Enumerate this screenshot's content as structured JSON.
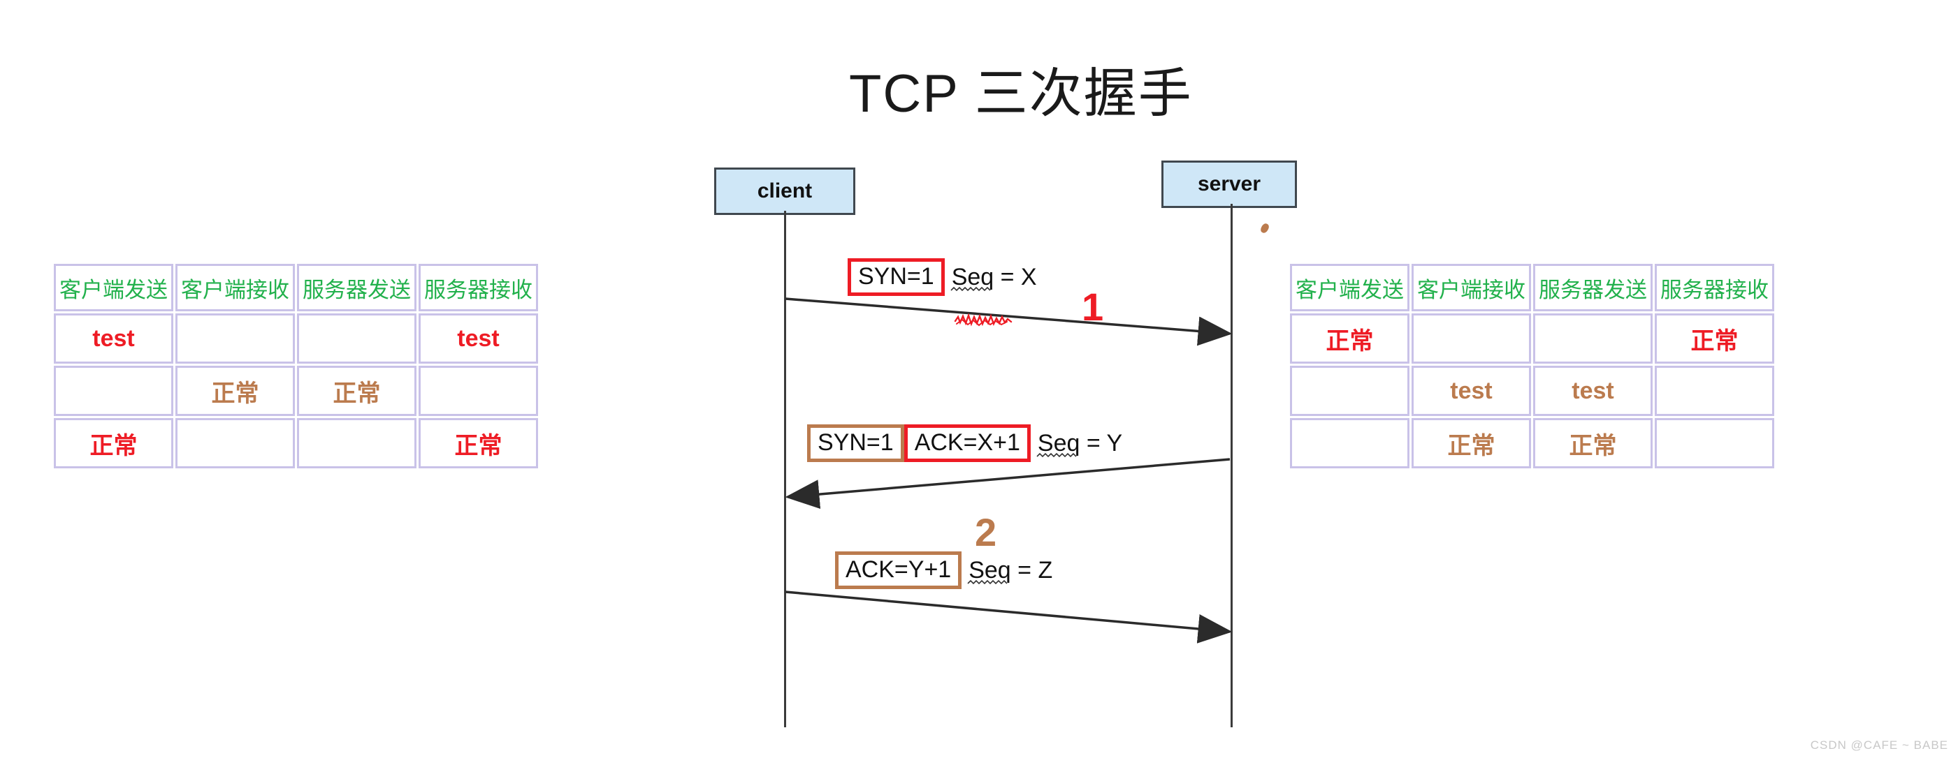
{
  "title": "TCP 三次握手",
  "actors": {
    "client": "client",
    "server": "server"
  },
  "messages": [
    {
      "id": "msg1",
      "direction": "client-to-server",
      "step": "1",
      "step_color": "#ee1c25",
      "tags": [
        {
          "text": "SYN=1",
          "box": "red"
        }
      ],
      "plain": "Seq = X",
      "plain_underline": "squiggly"
    },
    {
      "id": "msg2",
      "direction": "server-to-client",
      "step": "",
      "tags": [
        {
          "text": "SYN=1",
          "box": "brown"
        },
        {
          "text": "ACK=X+1",
          "box": "red"
        }
      ],
      "plain": "Seq = Y",
      "plain_underline": "squiggly"
    },
    {
      "id": "msg3",
      "direction": "client-to-server",
      "step": "2",
      "step_color": "#bb7b4e",
      "tags": [
        {
          "text": "ACK=Y+1",
          "box": "brown"
        }
      ],
      "plain": "Seq = Z",
      "plain_underline": "squiggly"
    }
  ],
  "table_left": {
    "headers": [
      "客户端发送",
      "客户端接收",
      "服务器发送",
      "服务器接收"
    ],
    "rows": [
      [
        {
          "text": "test",
          "style": "red"
        },
        {
          "text": "",
          "style": ""
        },
        {
          "text": "",
          "style": ""
        },
        {
          "text": "test",
          "style": "red"
        }
      ],
      [
        {
          "text": "",
          "style": ""
        },
        {
          "text": "正常",
          "style": "brown"
        },
        {
          "text": "正常",
          "style": "brown"
        },
        {
          "text": "",
          "style": ""
        }
      ],
      [
        {
          "text": "正常",
          "style": "red"
        },
        {
          "text": "",
          "style": ""
        },
        {
          "text": "",
          "style": ""
        },
        {
          "text": "正常",
          "style": "red"
        }
      ]
    ]
  },
  "table_right": {
    "headers": [
      "客户端发送",
      "客户端接收",
      "服务器发送",
      "服务器接收"
    ],
    "rows": [
      [
        {
          "text": "正常",
          "style": "red-thin"
        },
        {
          "text": "",
          "style": ""
        },
        {
          "text": "",
          "style": ""
        },
        {
          "text": "正常",
          "style": "red-thin"
        }
      ],
      [
        {
          "text": "",
          "style": ""
        },
        {
          "text": "test",
          "style": "brown"
        },
        {
          "text": "test",
          "style": "brown"
        },
        {
          "text": "",
          "style": ""
        }
      ],
      [
        {
          "text": "",
          "style": ""
        },
        {
          "text": "正常",
          "style": "brown"
        },
        {
          "text": "正常",
          "style": "brown"
        },
        {
          "text": "",
          "style": ""
        }
      ]
    ]
  },
  "colors": {
    "actor_fill": "#cfe7f7",
    "actor_border": "#40484f",
    "table_border": "#c9c2e8",
    "header_text": "#22b14c",
    "red": "#ee1c25",
    "brown": "#bb7b4e",
    "lifeline": "#3b3b3b"
  },
  "watermark": "CSDN @CAFE ~ BABE"
}
